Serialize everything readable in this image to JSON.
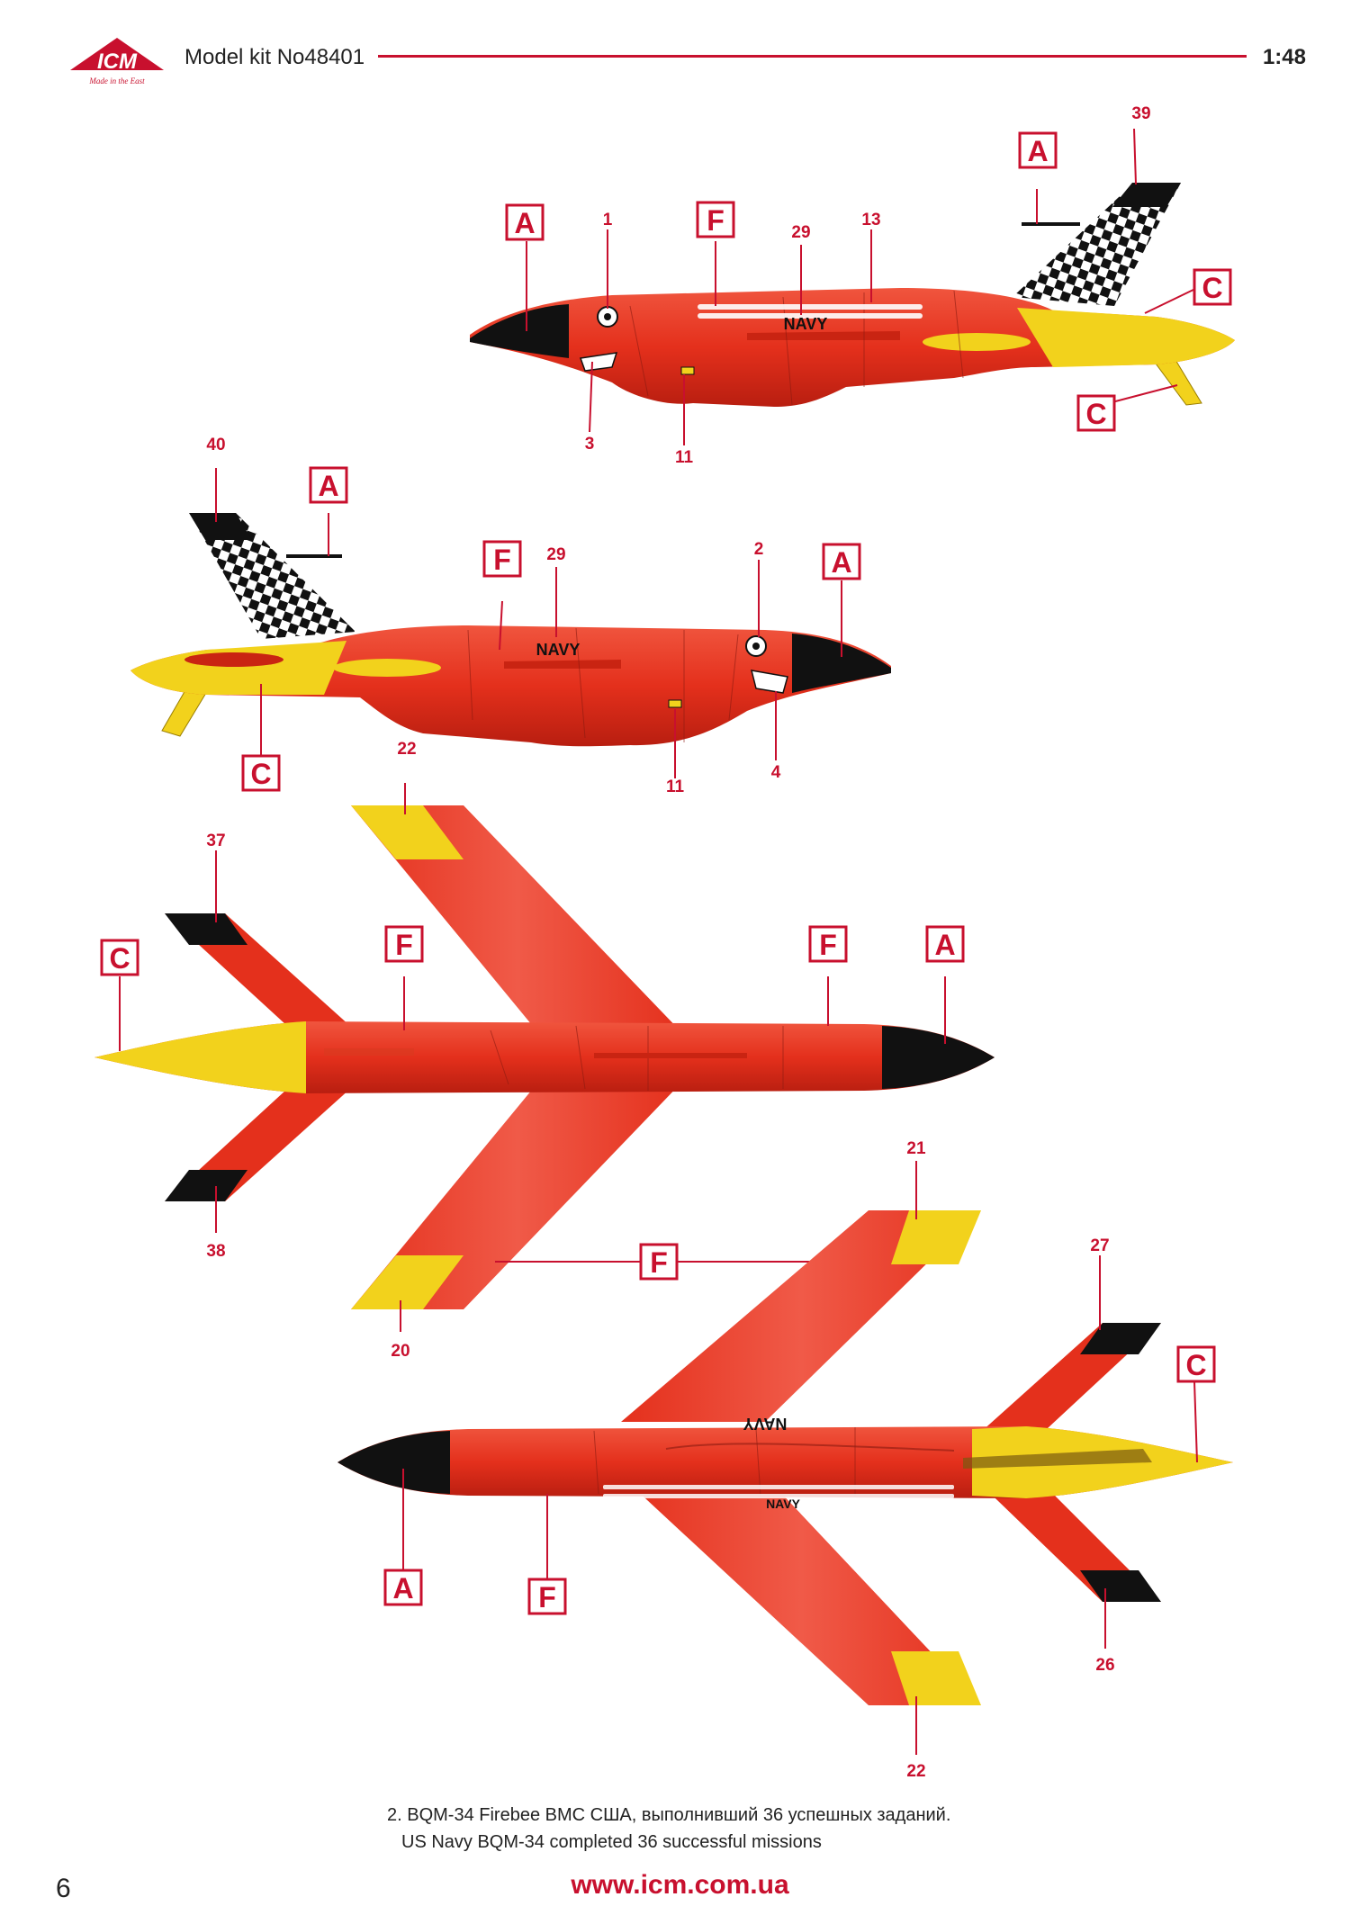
{
  "header": {
    "logo_text": "ICM",
    "logo_tagline": "Made in the East",
    "title": "Model kit No48401",
    "scale": "1:48"
  },
  "labels": {
    "side1": {
      "A1": "A",
      "A2": "A",
      "F": "F",
      "C1": "C",
      "C2": "C",
      "n1": "1",
      "n29": "29",
      "n13": "13",
      "n39": "39",
      "n3": "3",
      "n11": "11",
      "navy": "NAVY"
    },
    "side2": {
      "A1": "A",
      "A2": "A",
      "F": "F",
      "C": "C",
      "n40": "40",
      "n29": "29",
      "n2": "2",
      "n11": "11",
      "n4": "4",
      "navy": "NAVY"
    },
    "top": {
      "C": "C",
      "F1": "F",
      "F2": "F",
      "A": "A",
      "F3": "F",
      "n22": "22",
      "n37": "37",
      "n38": "38",
      "n20": "20",
      "n21": "21"
    },
    "bottom": {
      "A": "A",
      "F": "F",
      "C": "C",
      "n27": "27",
      "n26": "26",
      "n22": "22",
      "navy1": "NAVY",
      "navy2": "NAVY"
    }
  },
  "caption": {
    "line1": "2. BQM-34 Firebee ВМС США, выполнивший 36 успешных заданий.",
    "line2": "US Navy BQM-34 completed 36 successful missions"
  },
  "footer": {
    "page_number": "6",
    "url": "www.icm.com.ua"
  },
  "colors": {
    "red": "#e8311f",
    "yellow": "#f2d21c",
    "black": "#111111",
    "accent": "#c8102e"
  }
}
